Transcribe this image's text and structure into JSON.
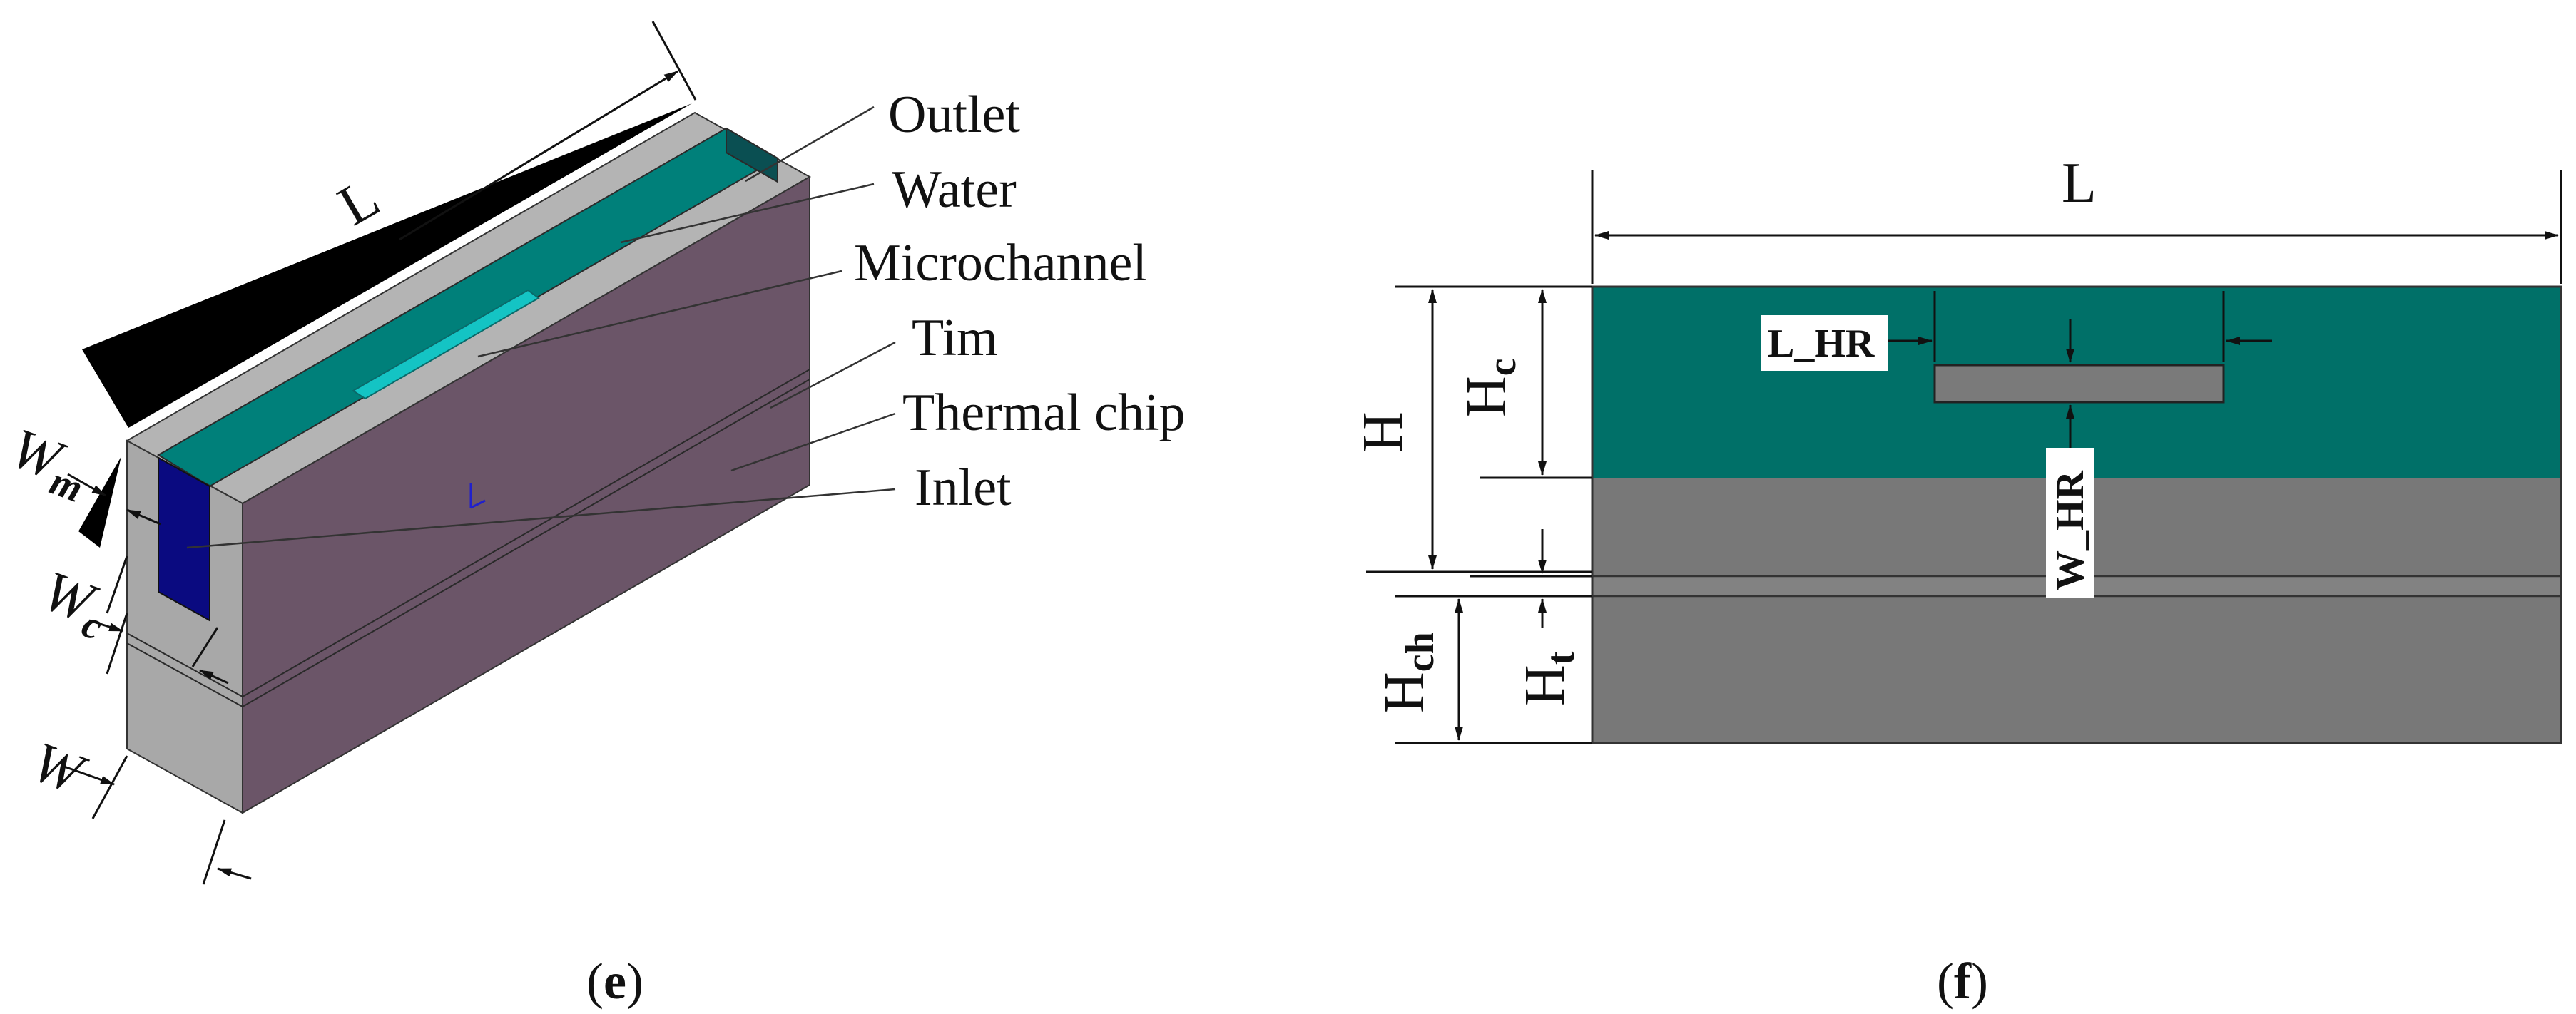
{
  "panel_e": {
    "caption_open": "(",
    "caption_letter": "e",
    "caption_close": ")",
    "dims": {
      "L": "L",
      "W_m_main": "W",
      "W_m_sub": "m",
      "W_c_main": "W",
      "W_c_sub": "c",
      "W": "W"
    },
    "labels": {
      "outlet": "Outlet",
      "water": "Water",
      "microchannel": "Microchannel",
      "tim": "Tim",
      "thermal_chip": "Thermal chip",
      "inlet": "Inlet"
    }
  },
  "panel_f": {
    "caption_open": "(",
    "caption_letter": "f",
    "caption_close": ")",
    "dims": {
      "L": "L",
      "H": "H",
      "H_c_main": "H",
      "H_c_sub": "c",
      "L_HR": "L_HR",
      "W_HR": "W_HR",
      "H_ch_main": "H",
      "H_ch_sub": "ch",
      "H_t_main": "H",
      "H_t_sub": "t"
    }
  },
  "colors": {
    "water_teal": "#00807a",
    "water_teal_dark": "#007068",
    "microchannel_cyan": "#14c4c4",
    "chip_purple": "#6b5568",
    "frame_gray": "#a8a8a8",
    "frame_top": "#b4b4b4",
    "inlet_blue": "#0a0a80",
    "section_gray": "#787878"
  }
}
